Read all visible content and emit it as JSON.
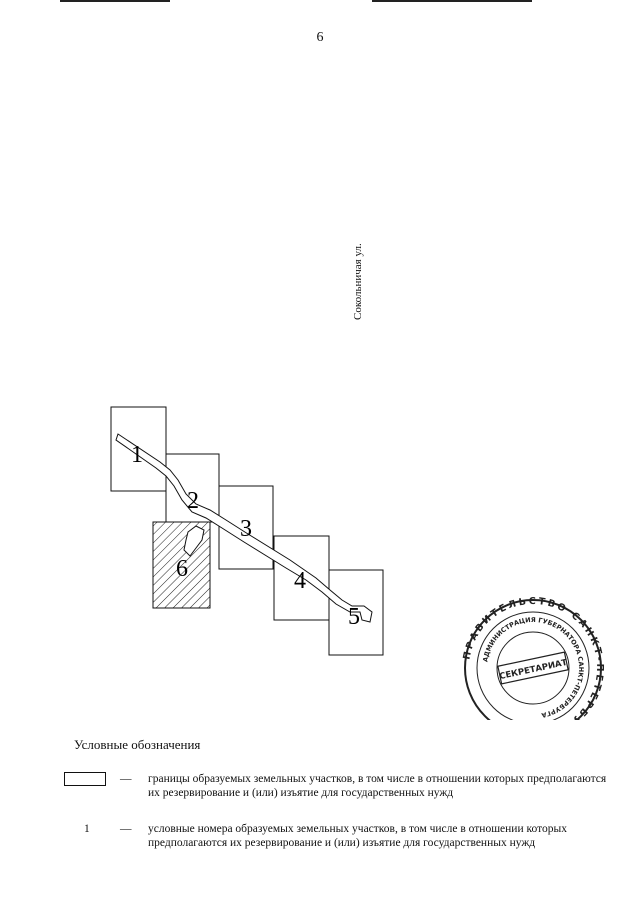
{
  "page": {
    "number": "6"
  },
  "map": {
    "street_label": "Сокольничая ул.",
    "parcels": [
      {
        "id": "1",
        "label": "1"
      },
      {
        "id": "2",
        "label": "2"
      },
      {
        "id": "3",
        "label": "3"
      },
      {
        "id": "4",
        "label": "4"
      },
      {
        "id": "5",
        "label": "5"
      },
      {
        "id": "6",
        "label": "6"
      }
    ]
  },
  "stamp": {
    "outer_text": "ПРАВИТЕЛЬСТВО САНКТ-ПЕТЕРБУРГА",
    "inner_text": "АДМИНИСТРАЦИЯ ГУБЕРНАТОРА САНКТ-ПЕТЕРБУРГА",
    "center_text": "СЕКРЕТАРИАТ"
  },
  "legend": {
    "title": "Условные обозначения",
    "items": [
      {
        "symbol": "box",
        "dash": "—",
        "text": "границы образуемых земельных участков, в том числе в отношении которых предполагаются их резервирование и (или) изъятие для государственных нужд"
      },
      {
        "symbol": "1",
        "dash": "—",
        "text": "условные номера образуемых земельных участков, в том числе в отношении которых предполагаются их резервирование и (или) изъятие для государственных нужд"
      }
    ]
  }
}
